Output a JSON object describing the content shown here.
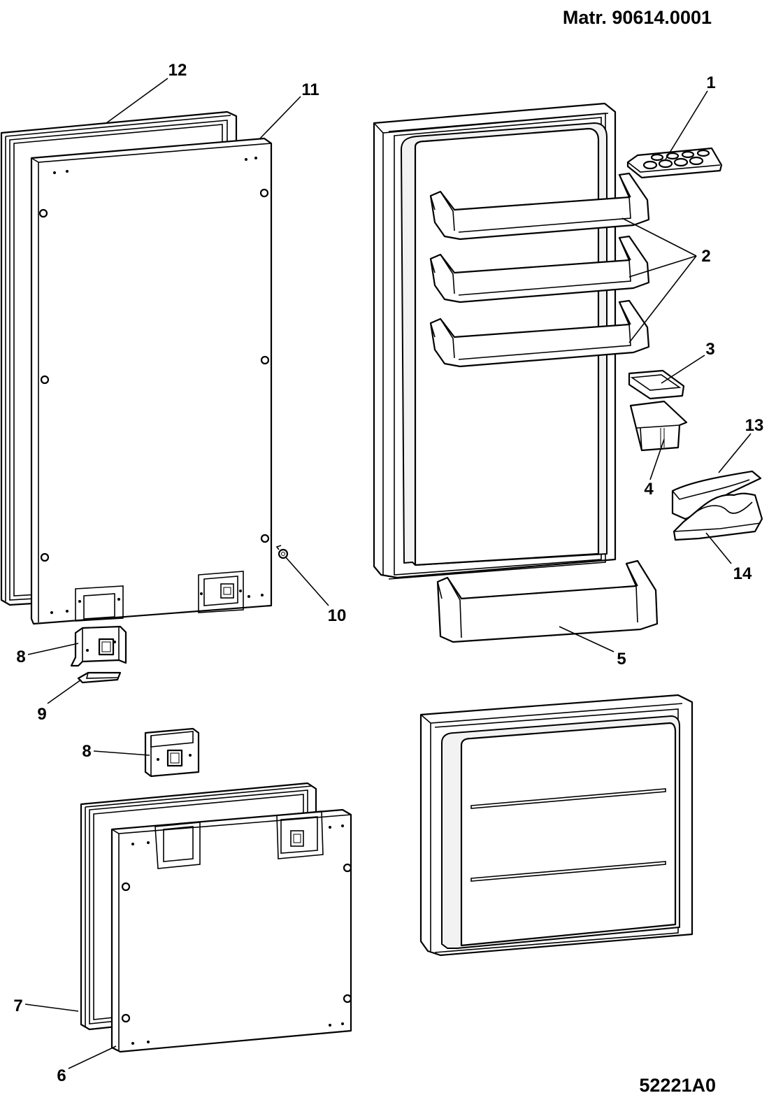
{
  "header": {
    "material_number": "Matr. 90614.0001"
  },
  "footer": {
    "drawing_code": "52221A0"
  },
  "callouts": {
    "c1": "1",
    "c2": "2",
    "c3": "3",
    "c4": "4",
    "c5": "5",
    "c6": "6",
    "c7": "7",
    "c8a": "8",
    "c8b": "8",
    "c9": "9",
    "c10": "10",
    "c11": "11",
    "c12": "12",
    "c13": "13",
    "c14": "14"
  }
}
